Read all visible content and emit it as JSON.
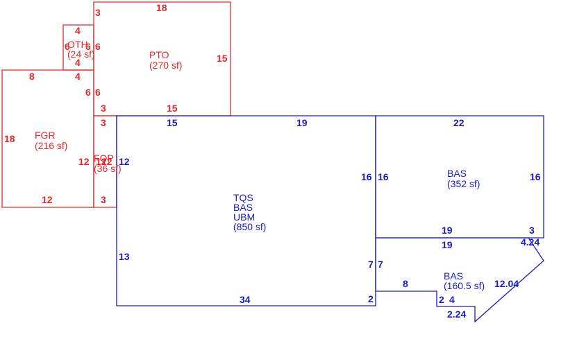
{
  "colors": {
    "red": "#e8262a",
    "blue": "#1a1acc",
    "background": "#ffffff"
  },
  "areas": {
    "pto": {
      "code": "PTO",
      "area": "(270 sf)"
    },
    "oth": {
      "code": "OTH",
      "area": "(24 sf)"
    },
    "fgr": {
      "code": "FGR",
      "area": "(216 sf)"
    },
    "fop": {
      "code": "FOP",
      "area": "(36 sf)"
    },
    "main": {
      "code1": "TQS",
      "code2": "BAS",
      "code3": "UBM",
      "area": "(850 sf)"
    },
    "bas_right": {
      "code": "BAS",
      "area": "(352 sf)"
    },
    "bas_lower": {
      "code": "BAS",
      "area": "(160.5 sf)"
    }
  },
  "dimensions": {
    "pto_top": "18",
    "pto_left_top": "3",
    "pto_right": "15",
    "pto_left_mid": "6",
    "pto_inner_6": "6",
    "pto_bottom_left": "3",
    "pto_bottom": "15",
    "oth_top": "4",
    "oth_left": "6",
    "oth_right": "6",
    "oth_bottom": "4",
    "fgr_top_left": "8",
    "fgr_top_right": "4",
    "fgr_left": "18",
    "fgr_right_6": "6",
    "fgr_bottom": "12",
    "fgr_right": "12",
    "fop_top": "3",
    "fop_left": "12",
    "fop_right": "12",
    "fop_bottom": "3",
    "main_top_left": "15",
    "main_top": "19",
    "main_left": "13",
    "main_bottom": "34",
    "main_right": "16",
    "main_right_low": "7",
    "main_bottom_right": "2",
    "right_top": "22",
    "right_left": "16",
    "right_right": "16",
    "right_bottom": "19",
    "right_bottom_3": "3",
    "lower_top": "19",
    "lower_left": "7",
    "lower_step": "8",
    "lower_diag_top": "4.24",
    "lower_diag": "12.04",
    "lower_notch_2": "2",
    "lower_notch_4": "4",
    "lower_diag_bottom": "2.24"
  }
}
